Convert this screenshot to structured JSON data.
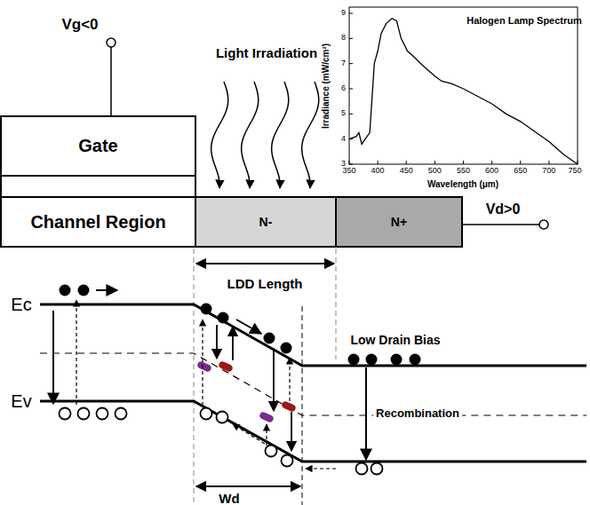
{
  "diagram": {
    "nodes": [
      {
        "text": [
          "Gate"
        ]
      },
      {
        "text": [
          "Channel Region"
        ]
      },
      {
        "text": [
          "N-"
        ]
      },
      {
        "text": [
          "N+"
        ]
      }
    ],
    "labels": [
      "Vg<0",
      "Light Irradiation",
      "Vd>0",
      "Halogen Lamp Spectrum",
      "Irradiance (mW/cm²)",
      "Wavelength (μm)",
      "3",
      "4",
      "5",
      "6",
      "7",
      "8",
      "9",
      "350",
      "400",
      "450",
      "500",
      "550",
      "600",
      "650",
      "700",
      "750",
      "LDD Length",
      "Ec",
      "Ev",
      "Low Drain Bias",
      "Recombination",
      "Wd"
    ]
  }
}
